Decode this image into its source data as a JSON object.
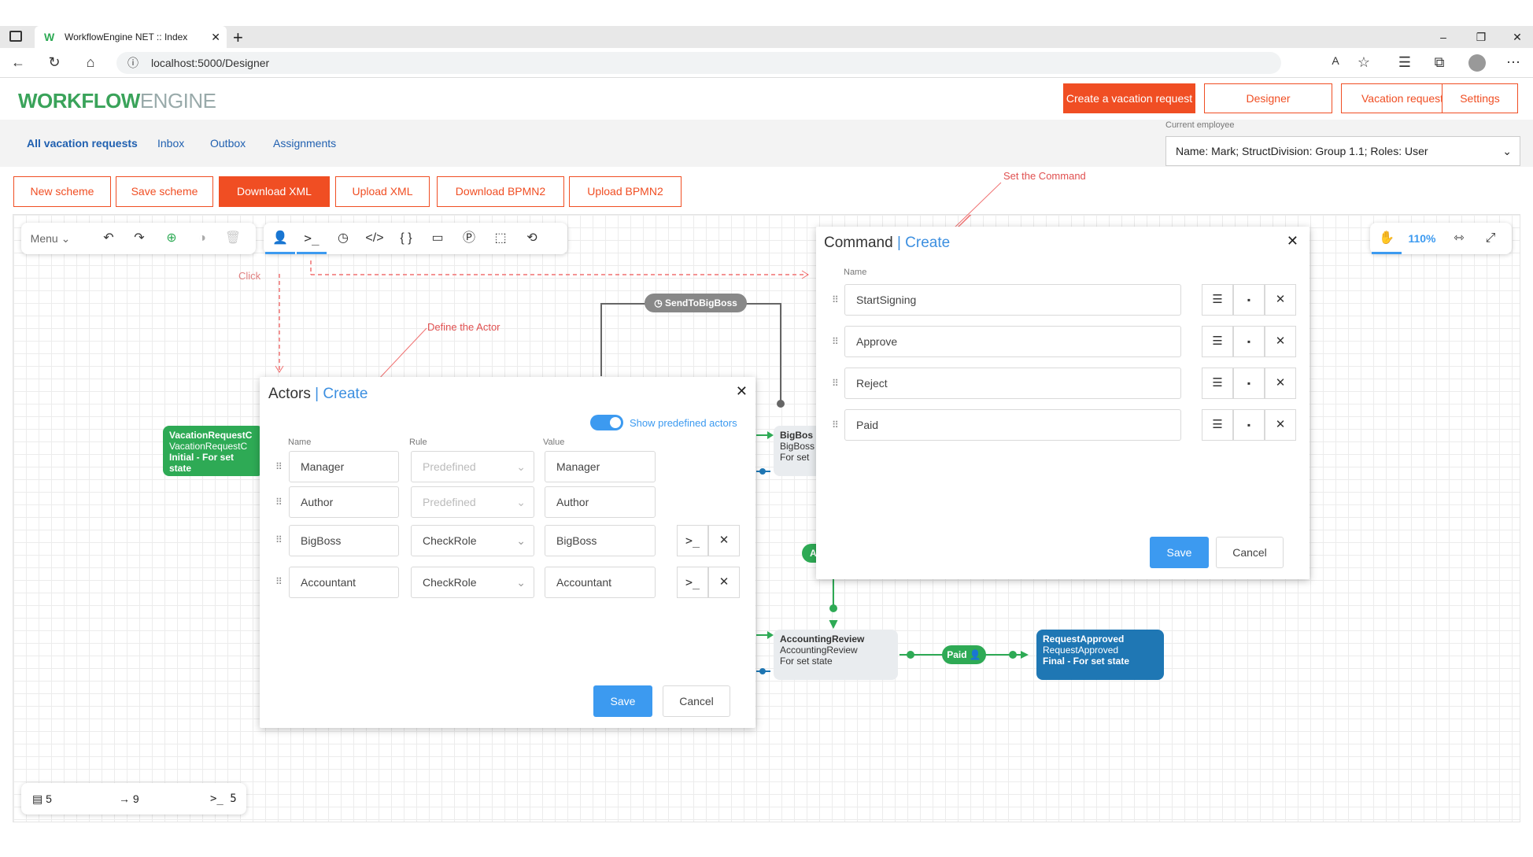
{
  "browser": {
    "tab_title": "WorkflowEngine NET :: Index",
    "url": "localhost:5000/Designer"
  },
  "brand": {
    "bold": "WORKFLOW",
    "light": "ENGINE"
  },
  "header_buttons": [
    "Create a vacation request",
    "Designer",
    "Vacation requests",
    "Settings"
  ],
  "subnav": {
    "links": [
      "All vacation requests",
      "Inbox",
      "Outbox",
      "Assignments"
    ],
    "employee_label": "Current employee",
    "employee_value": "Name: Mark; StructDivision: Group 1.1; Roles: User"
  },
  "scheme_buttons": [
    "New scheme",
    "Save scheme",
    "Download XML",
    "Upload XML",
    "Download BPMN2",
    "Upload BPMN2"
  ],
  "toolbar": {
    "menu": "Menu",
    "zoom": "110%"
  },
  "annotations": {
    "click": "Click",
    "define_actor": "Define the Actor",
    "set_command": "Set the Command"
  },
  "nodes": {
    "send_to_bigboss": "SendToBigBoss",
    "vacation_title": "VacationRequestC",
    "vacation_sub": "VacationRequestC",
    "vacation_desc": "Initial - For set state",
    "bigboss_title": "BigBos",
    "bigboss_sub": "BigBoss",
    "bigboss_desc": "For set",
    "approve_badge": "Ap",
    "accounting_title": "AccountingReview",
    "accounting_sub": "AccountingReview",
    "accounting_desc": "For set state",
    "paid_badge": "Paid",
    "approved_title": "RequestApproved",
    "approved_sub": "RequestApproved",
    "approved_desc": "Final - For set state"
  },
  "actors_dialog": {
    "title": "Actors",
    "mode": "Create",
    "toggle_label": "Show predefined actors",
    "columns": [
      "Name",
      "Rule",
      "Value"
    ],
    "rows": [
      {
        "name": "Manager",
        "rule": "Predefined",
        "value": "Manager"
      },
      {
        "name": "Author",
        "rule": "Predefined",
        "value": "Author"
      },
      {
        "name": "BigBoss",
        "rule": "CheckRole",
        "value": "BigBoss"
      },
      {
        "name": "Accountant",
        "rule": "CheckRole",
        "value": "Accountant"
      }
    ],
    "save": "Save",
    "cancel": "Cancel"
  },
  "command_dialog": {
    "title": "Command",
    "mode": "Create",
    "column": "Name",
    "rows": [
      "StartSigning",
      "Approve",
      "Reject",
      "Paid"
    ],
    "save": "Save",
    "cancel": "Cancel"
  },
  "stats": {
    "activities": "5",
    "transitions": "9",
    "commands": "5"
  },
  "colors": {
    "accent": "#f04e23",
    "green": "#2eaa55",
    "blue": "#1f77b4",
    "primary": "#3c9af0"
  }
}
